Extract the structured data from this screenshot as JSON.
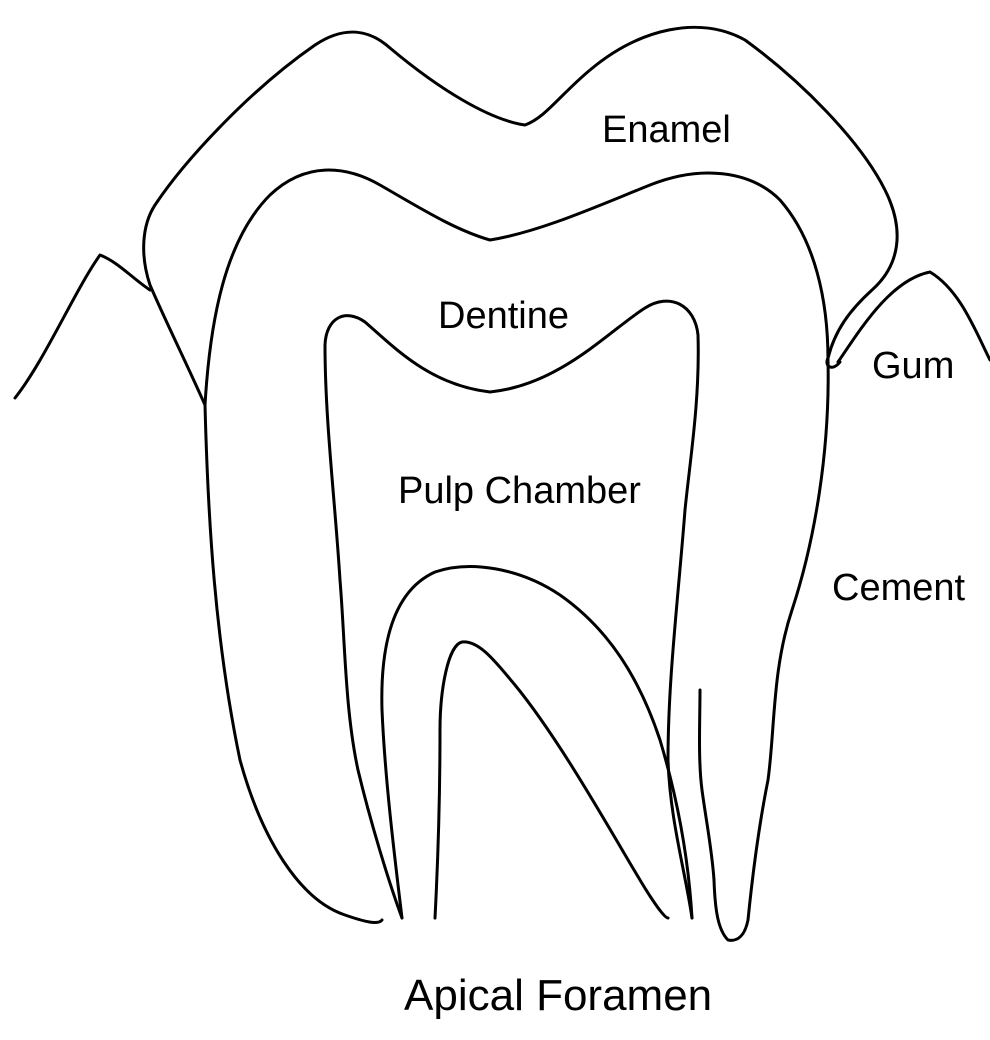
{
  "labels": {
    "enamel": "Enamel",
    "dentine": "Dentine",
    "gum": "Gum",
    "pulp_chamber": "Pulp Chamber",
    "cement": "Cement",
    "apical_foramen": "Apical Foramen"
  },
  "colors": {
    "line": "#000000",
    "background": "#ffffff"
  }
}
